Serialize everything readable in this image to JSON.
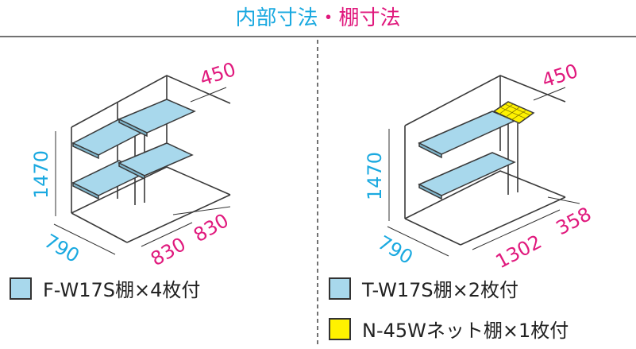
{
  "title": {
    "part1": "内部寸法",
    "separator": "・",
    "part2": "棚寸法"
  },
  "colors": {
    "cyan": "#1aa9e0",
    "magenta": "#e0197d",
    "shelf_blue": "#a8d8ec",
    "net_yellow": "#fff200",
    "frame": "#3a3a3a"
  },
  "left_diagram": {
    "height": "1470",
    "depth": "790",
    "shelf_depth": "450",
    "width_a": "830",
    "width_b": "830"
  },
  "right_diagram": {
    "height": "1470",
    "depth": "790",
    "shelf_depth": "450",
    "width_a": "1302",
    "width_b": "358"
  },
  "legend": {
    "left_shelf": "F-W17S棚×4枚付",
    "right_shelf": "T-W17S棚×2枚付",
    "right_net": "N-45Wネット棚×1枚付"
  }
}
